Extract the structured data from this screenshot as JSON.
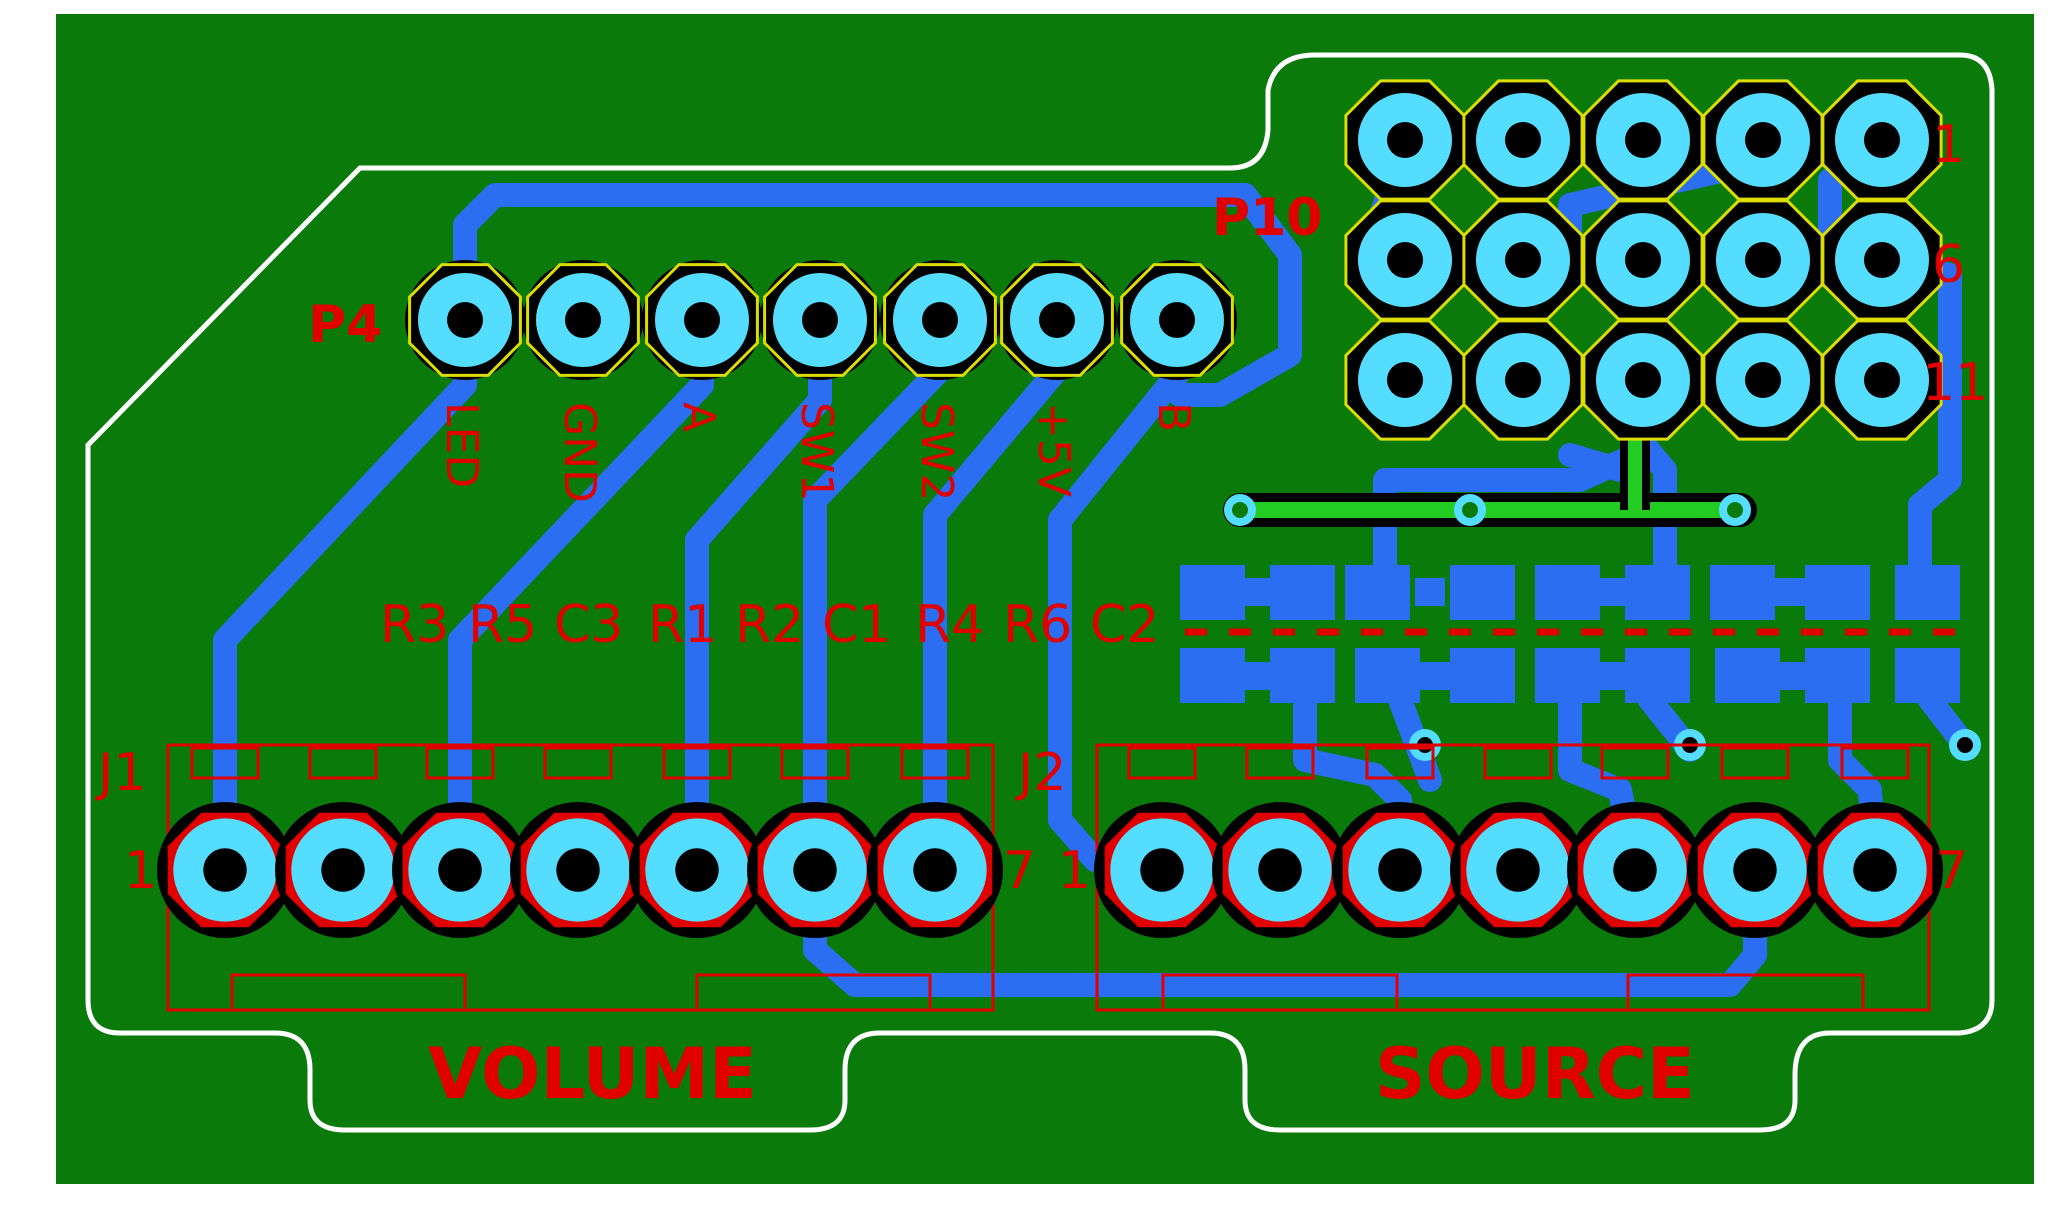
{
  "colors": {
    "board": "#0a7a0a",
    "copper": "#2b6ef2",
    "pad": "#55ddff",
    "drill": "#000000",
    "silk": "#e00000",
    "outline": "#ffffff",
    "top_trace": "#22cc22",
    "pad_ring_yellow": "#dddd00"
  },
  "connector_p4": {
    "ref": "P4",
    "pins": [
      "LED",
      "GND",
      "A",
      "SW1",
      "SW2",
      "+5V",
      "B"
    ]
  },
  "connector_p10": {
    "ref": "P10",
    "pin_labels": [
      "1",
      "6",
      "11"
    ]
  },
  "component_row": [
    "R3",
    "R5",
    "C3",
    "R1",
    "R2",
    "C1",
    "R4",
    "R6",
    "C2"
  ],
  "connector_j1": {
    "ref": "J1",
    "first_pin": "1",
    "last_pin": "7",
    "name": "VOLUME"
  },
  "connector_j2": {
    "ref": "J2",
    "first_pin": "1",
    "last_pin": "7",
    "name": "SOURCE"
  }
}
